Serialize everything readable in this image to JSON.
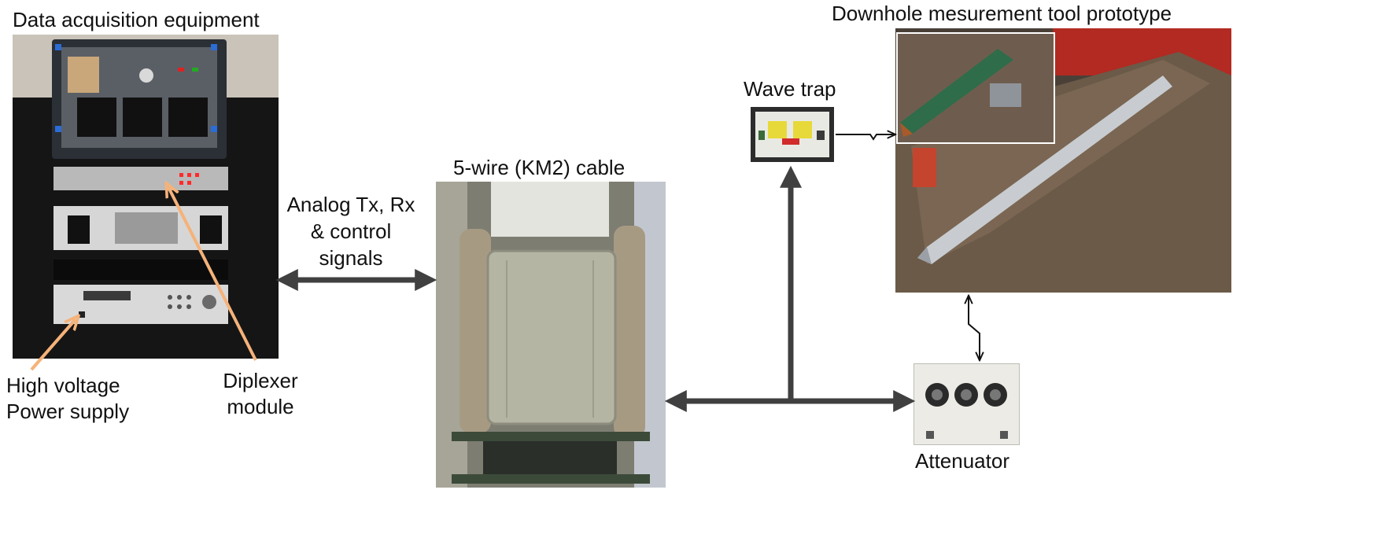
{
  "labels": {
    "data_acquisition": "Data acquisition equipment",
    "downhole_tool": "Downhole mesurement tool prototype",
    "wave_trap": "Wave trap",
    "cable": "5-wire (KM2) cable",
    "signals_line1": "Analog Tx, Rx",
    "signals_line2": "& control",
    "signals_line3": "signals",
    "hv_line1": "High voltage",
    "hv_line2": "Power supply",
    "diplexer_line1": "Diplexer",
    "diplexer_line2": "module",
    "attenuator": "Attenuator"
  },
  "colors": {
    "arrow": "#404040",
    "pointer": "#f5b27a",
    "rack_black": "#141414"
  }
}
